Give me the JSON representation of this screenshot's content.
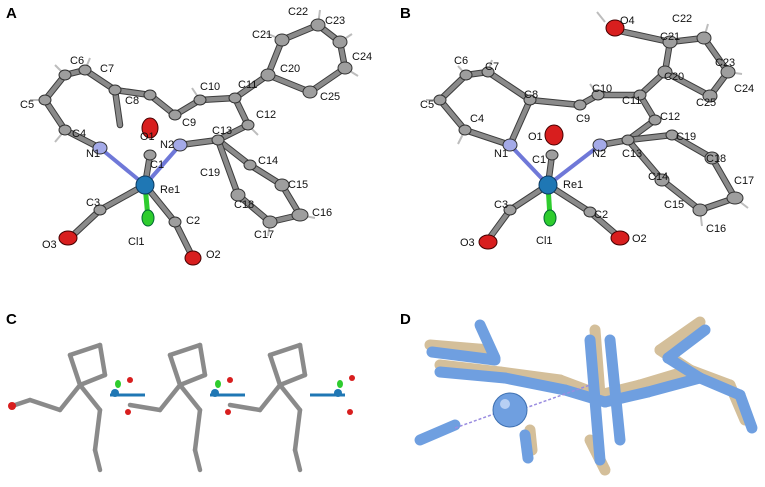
{
  "panels": {
    "A": {
      "label": "A",
      "atoms": [
        "C6",
        "C7",
        "C5",
        "C8",
        "C4",
        "N1",
        "O1",
        "C1",
        "N2",
        "C9",
        "C10",
        "C11",
        "C20",
        "C21",
        "C22",
        "C23",
        "C24",
        "C25",
        "C12",
        "C13",
        "C14",
        "C15",
        "C16",
        "C17",
        "C18",
        "C19",
        "Re1",
        "C3",
        "C2",
        "O3",
        "O2",
        "Cl1"
      ]
    },
    "B": {
      "label": "B",
      "atoms": [
        "O4",
        "C22",
        "C21",
        "C23",
        "C20",
        "C24",
        "C25",
        "C6",
        "C7",
        "C10",
        "C11",
        "C12",
        "C5",
        "C8",
        "C9",
        "C4",
        "O1",
        "C19",
        "N1",
        "C1",
        "N2",
        "C13",
        "C18",
        "Re1",
        "C14",
        "C17",
        "C3",
        "C2",
        "C15",
        "C16",
        "O3",
        "Cl1",
        "O2"
      ]
    },
    "C": {
      "label": "C"
    },
    "D": {
      "label": "D"
    }
  },
  "colors": {
    "carbon": "#8a8a8a",
    "nitrogen": "#9aa0e0",
    "oxygen": "#d81e1e",
    "chlorine": "#2ecc2e",
    "rhenium": "#1f77b4",
    "overlay_a": "#d4bf9a",
    "overlay_b": "#6f9fe0"
  }
}
